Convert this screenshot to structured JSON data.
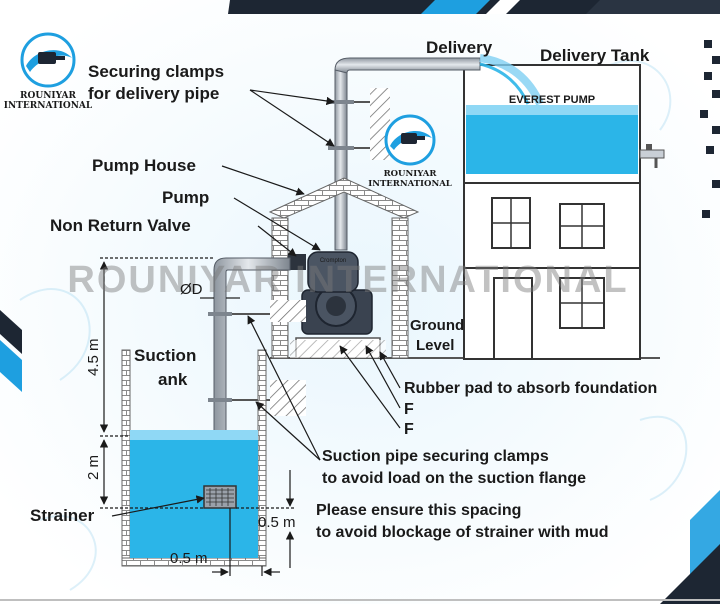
{
  "labels": {
    "delivery": "Delivery",
    "delivery_tank": "Delivery Tank",
    "securing_clamps_line1": "Securing clamps",
    "securing_clamps_line2": "for delivery pipe",
    "pump_house": "Pump House",
    "pump": "Pump",
    "non_return_valve": "Non Return Valve",
    "od": "ØD",
    "suction_tank_line1": "Suction",
    "suction_tank_line2": "ank",
    "ground_level_line1": "Ground",
    "ground_level_line2": "Level",
    "rubber_pad": "Rubber pad to absorb foundation",
    "f1": "F",
    "f2": "F",
    "suction_clamps_line1": "Suction pipe securing clamps",
    "suction_clamps_line2": "to avoid load on the suction flange",
    "strainer": "Strainer",
    "spacing_line1": "Please ensure this spacing",
    "spacing_line2": "to avoid blockage of strainer with mud",
    "dim_4_5m": "4.5 m",
    "dim_2m": "2 m",
    "dim_0_5m_side": "0.5 m",
    "dim_0_5m_bottom": "0.5 m",
    "pump_brand": "Crompton",
    "tank_brand": "EVEREST PUMP"
  },
  "branding": {
    "logo_name_line1": "ROUNIYAR",
    "logo_name_line2": "INTERNATIONAL",
    "watermark": "ROUNIYAR INTERNATIONAL"
  },
  "colors": {
    "water": "#2bb5e8",
    "water_light": "#8fd8f5",
    "pipe": "#c9cfd6",
    "pipe_edge": "#555c66",
    "brick": "#ffffff",
    "brick_line": "#7a7a7a",
    "accent_dark": "#1d2633",
    "accent_blue": "#1e9fe0"
  }
}
